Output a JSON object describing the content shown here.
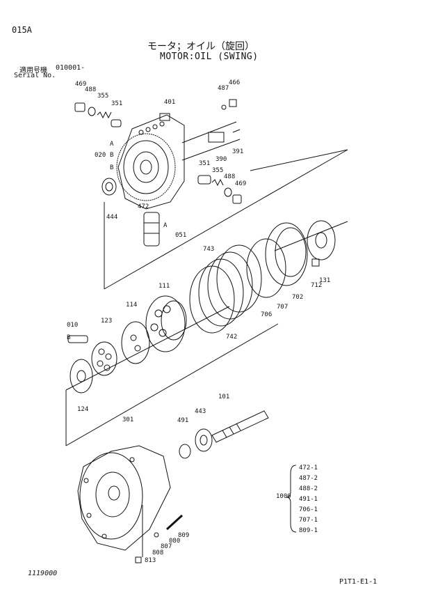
{
  "page": {
    "code": "015A",
    "title_jp": "モータ；オイル（旋回）",
    "title_en": "MOTOR:OIL (SWING)",
    "serial_jp": "適用号機",
    "serial_en": "Serial No.",
    "serial_value": "010001-",
    "footer_left": "1119000",
    "footer_right": "P1T1-E1-1"
  },
  "callouts": {
    "c469a": "469",
    "c488a": "488",
    "c355a": "355",
    "c351a": "351",
    "c401": "401",
    "c487": "487",
    "c466": "466",
    "c020": "020",
    "cA1": "A",
    "cB1": "B",
    "cB2": "B",
    "c390": "390",
    "c391": "391",
    "c351b": "351",
    "c355b": "355",
    "c488b": "488",
    "c469b": "469",
    "c444": "444",
    "c472": "472",
    "cA2": "A",
    "c051": "051",
    "c743": "743",
    "c111": "111",
    "c114": "114",
    "c123": "123",
    "c010": "010",
    "cB3": "B",
    "c712": "712",
    "c131": "131",
    "c702": "702",
    "c707": "707",
    "c706": "706",
    "c742": "742",
    "c124": "124",
    "c101": "101",
    "c301": "301",
    "c491": "491",
    "c443": "443",
    "c808": "808",
    "c807": "807",
    "c080": "080",
    "c809": "809",
    "c813": "813"
  },
  "kit": {
    "label": "1000",
    "items": [
      "472-1",
      "487-2",
      "488-2",
      "491-1",
      "706-1",
      "707-1",
      "809-1"
    ]
  }
}
